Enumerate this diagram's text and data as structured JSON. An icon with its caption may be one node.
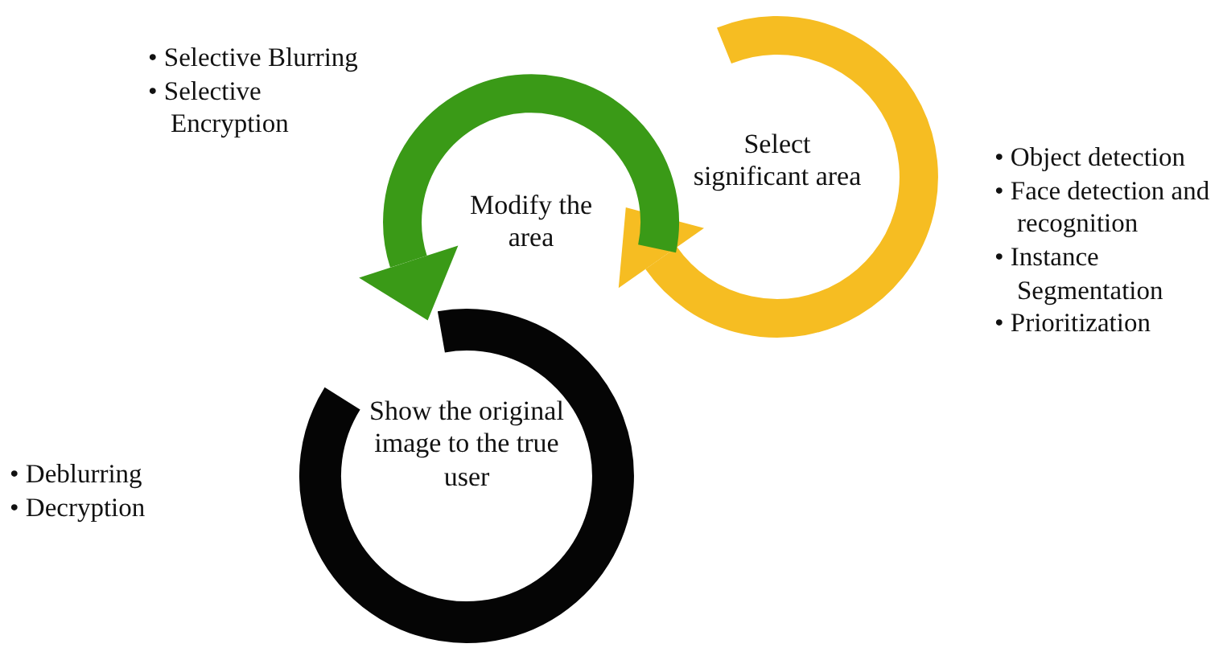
{
  "diagram": {
    "nodes": [
      {
        "text": [
          "Select significant area"
        ],
        "beside": [
          "• Object detection",
          "• Face detection and recognition",
          "• Instance Segmentation",
          "• Prioritization"
        ]
      },
      {
        "text": [
          "Modify the area"
        ],
        "beside": [
          "• Selective Blurring",
          "• Selective Encryption"
        ]
      },
      {
        "text": [
          "Show the original image to the true user"
        ],
        "beside": [
          "• Deblurring",
          "• Decryption"
        ]
      }
    ]
  }
}
